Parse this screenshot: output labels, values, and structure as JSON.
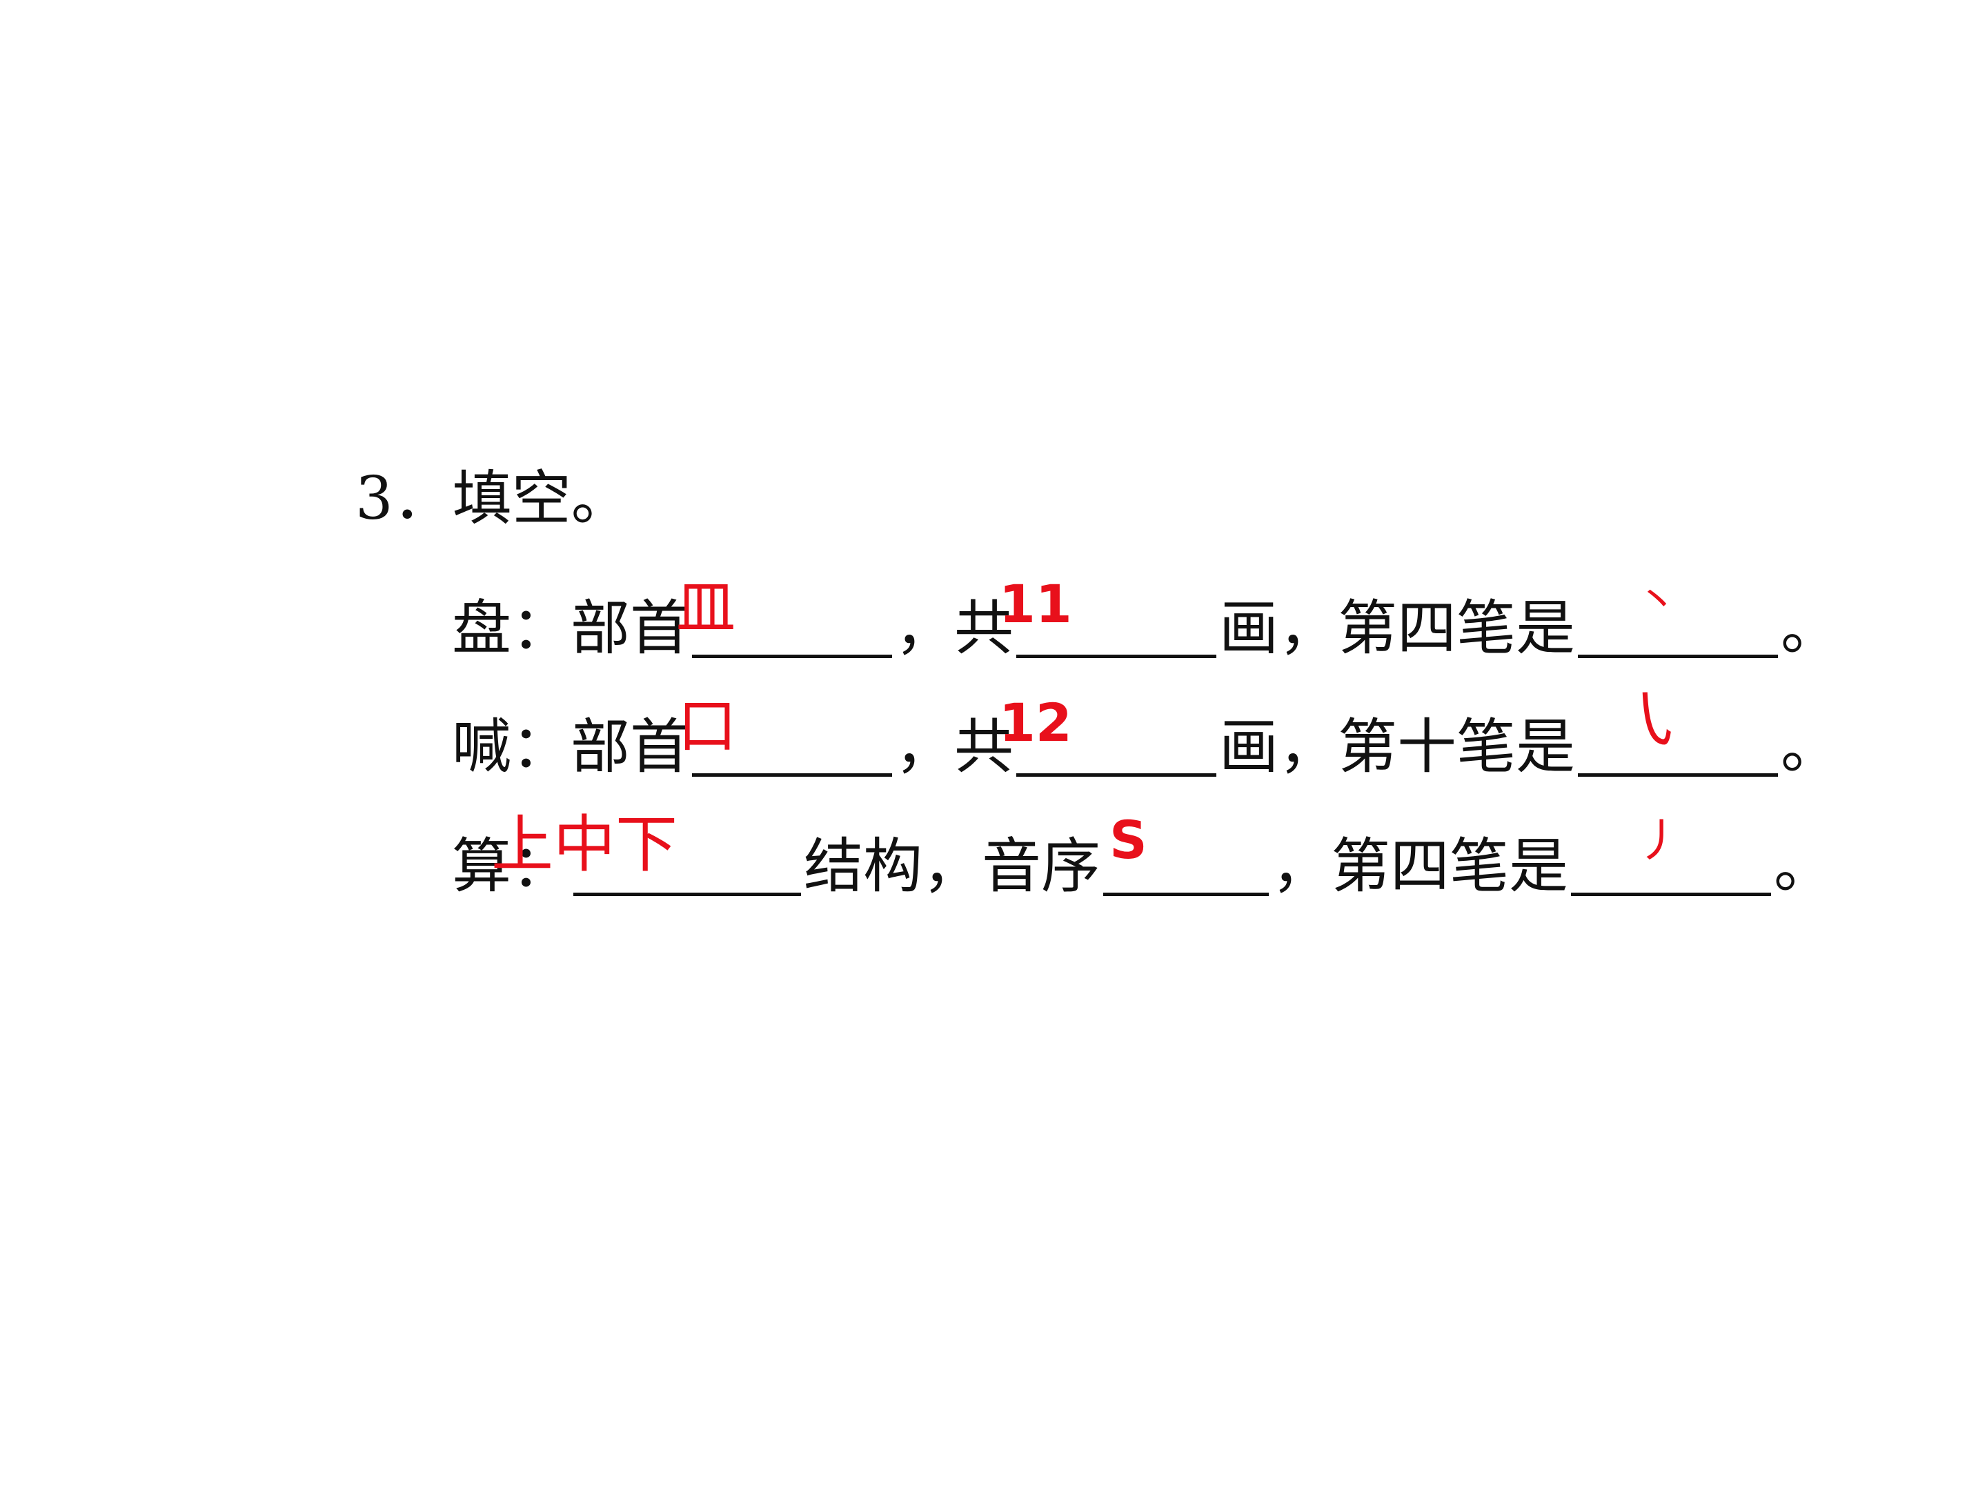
{
  "question": {
    "title": "3．填空。"
  },
  "rows": [
    {
      "char": "盘",
      "colon": "：",
      "p1": "部首",
      "p2": "，共",
      "p3": "画，第四笔是",
      "end": "。",
      "answers": {
        "radical": "皿",
        "strokes": "11",
        "stroke_name": "丶"
      }
    },
    {
      "char": "喊",
      "colon": "：",
      "p1": "部首",
      "p2": "，共",
      "p3": "画，第十笔是",
      "end": "。",
      "answers": {
        "radical": "口",
        "strokes": "12",
        "stroke_name": "㇂"
      }
    },
    {
      "char": "算",
      "colon": "：",
      "p1": "结构，音序",
      "p2": "，第四笔是",
      "end": "。",
      "answers": {
        "structure": "上中下",
        "letter": "S",
        "stroke_name": "丿"
      }
    }
  ],
  "colors": {
    "text": "#111111",
    "answer": "#e8101b",
    "background": "#ffffff"
  }
}
